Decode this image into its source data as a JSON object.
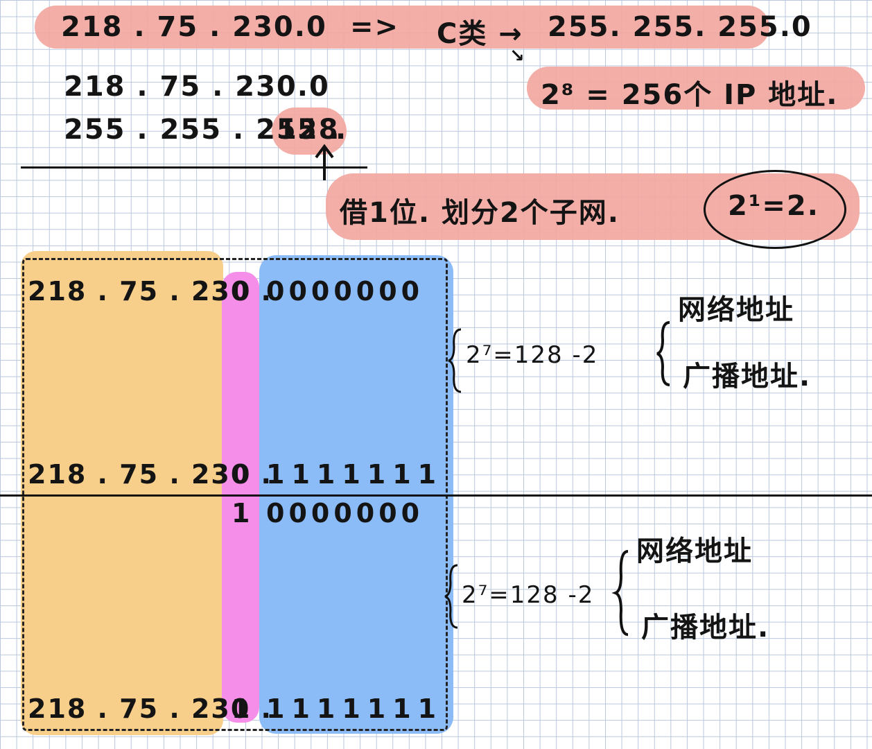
{
  "notes": {
    "line1_ip": "218 . 75 . 230.0",
    "line1_arrow": "=>",
    "line1_class": "C类 →",
    "line1_mask": "255. 255. 255.0",
    "line2_count": "2⁸ = 256个 IP 地址.",
    "line3_ip": "218 . 75 . 230.0",
    "line4_mask_prefix": "255 . 255 . 255 .",
    "line4_mask_highlight": "128",
    "line4_mask_dot": ".",
    "borrow_note": "借1位. 划分2个子网.",
    "borrow_formula": "2¹=2."
  },
  "subnets": [
    {
      "first_prefix": "218 . 75 . 230 .",
      "first_bit": "0",
      "first_host": "0000000",
      "last_prefix": "218 . 75 . 230 .",
      "last_bit": "0",
      "last_host": "1111111",
      "formula": "2⁷=128 -2",
      "label_network": "网络地址",
      "label_broadcast": "广播地址."
    },
    {
      "first_prefix": "",
      "first_bit": "1",
      "first_host": "0000000",
      "last_prefix": "218 . 75 . 230 .",
      "last_bit": "1",
      "last_host": "1111111",
      "formula": "2⁷=128 -2",
      "label_network": "网络地址",
      "label_broadcast": "广播地址."
    }
  ],
  "colors": {
    "highlight_red": "#f2a7a1",
    "network_part": "#f7cf8a",
    "subnet_bit": "#f48ee8",
    "host_part": "#8bbcf8",
    "grid": "#b9c6dc",
    "ink": "#141414"
  }
}
